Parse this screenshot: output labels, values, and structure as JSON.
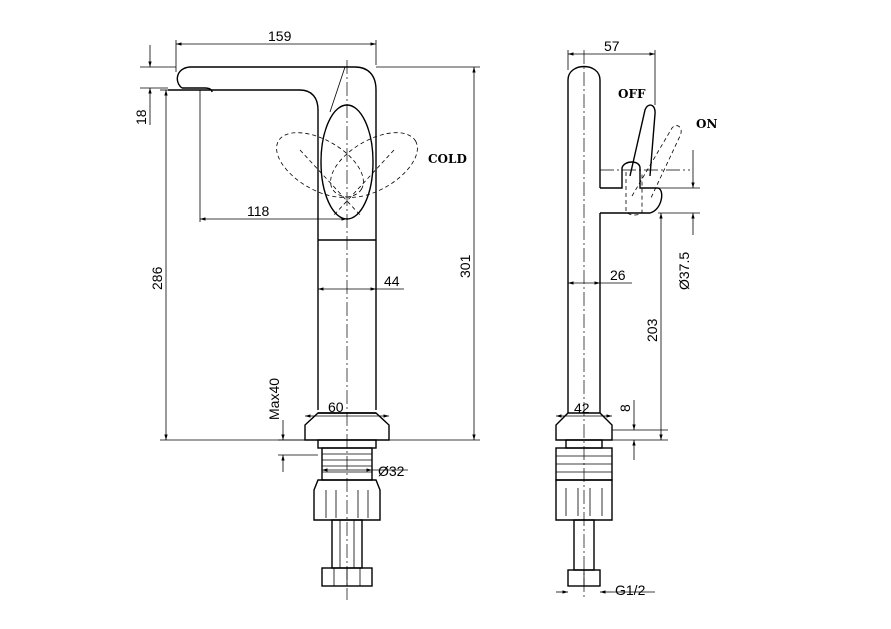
{
  "front_view": {
    "spout_length": "159",
    "spout_height_offset": "18",
    "spout_reach": "118",
    "body_diameter": "44",
    "base_width": "60",
    "max_deck_thickness": "Max40",
    "thread_diameter": "Ø32",
    "outlet_height": "286",
    "total_height": "301",
    "handle_label": "COLD"
  },
  "side_view": {
    "top_depth": "57",
    "body_depth": "26",
    "handle_diameter": "Ø37.5",
    "handle_height": "203",
    "base_depth": "42",
    "base_height": "8",
    "connection_thread": "G1/2",
    "off_label": "OFF",
    "on_label": "ON"
  }
}
